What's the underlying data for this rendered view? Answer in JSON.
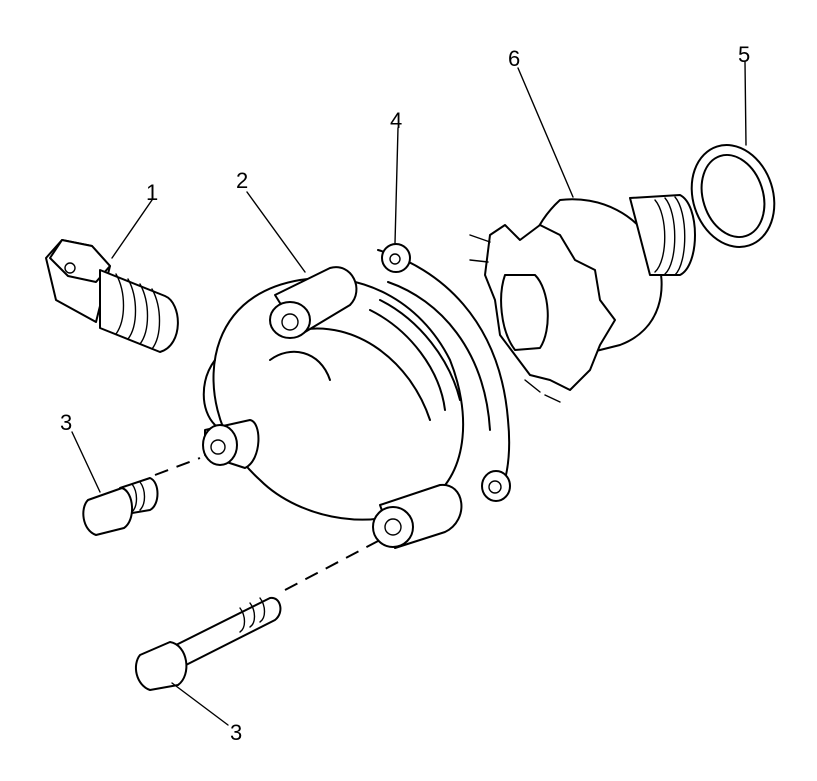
{
  "callouts": [
    {
      "id": "1",
      "text": "1"
    },
    {
      "id": "2",
      "text": "2"
    },
    {
      "id": "3a",
      "text": "3"
    },
    {
      "id": "3b",
      "text": "3"
    },
    {
      "id": "4",
      "text": "4"
    },
    {
      "id": "5",
      "text": "5"
    },
    {
      "id": "6",
      "text": "6"
    }
  ]
}
